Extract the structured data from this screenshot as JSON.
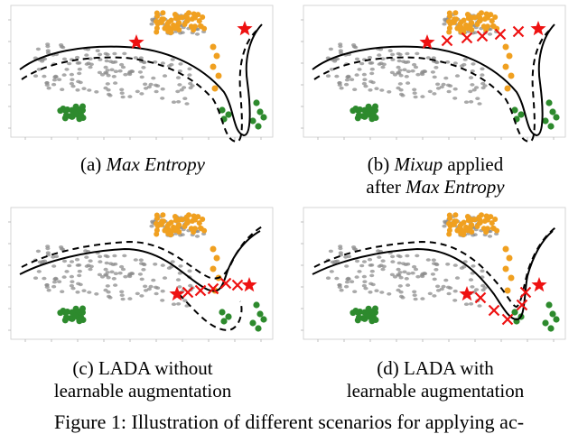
{
  "panels": [
    {
      "id": "a",
      "caption": {
        "prefix": "(a) ",
        "italic": "Max Entropy",
        "suffix": "",
        "line2_plain": "",
        "line2_italic": ""
      }
    },
    {
      "id": "b",
      "caption": {
        "prefix": "(b) ",
        "italic": "Mixup",
        "suffix": " applied",
        "line2_plain": "after ",
        "line2_italic": "Max Entropy"
      }
    },
    {
      "id": "c",
      "caption": {
        "line1": "(c) LADA without",
        "line2": "learnable augmentation"
      }
    },
    {
      "id": "d",
      "caption": {
        "line1": "(d) LADA with",
        "line2": "learnable augmentation"
      }
    }
  ],
  "figure_caption": "Figure 1: Illustration of different scenarios for applying ac-",
  "colors": {
    "unlabeled": "#8c8c8c",
    "class_orange": "#f0a020",
    "class_green": "#2d8a2d",
    "star": "#ee1111",
    "cross": "#ee1111",
    "boundary": "#000000"
  },
  "legend_icons": [
    "star-icon",
    "cross-icon"
  ]
}
